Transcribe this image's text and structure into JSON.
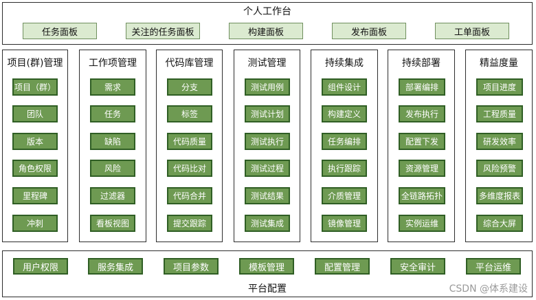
{
  "personal": {
    "title": "个人工作台",
    "items": [
      "任务面板",
      "关注的任务面板",
      "构建面板",
      "发布面板",
      "工单面板"
    ]
  },
  "modules": [
    {
      "title": "项目(群)管理",
      "items": [
        "项目（群）",
        "团队",
        "版本",
        "角色权限",
        "里程碑",
        "冲刺"
      ]
    },
    {
      "title": "工作项管理",
      "items": [
        "需求",
        "任务",
        "缺陷",
        "风险",
        "过滤器",
        "看板视图"
      ]
    },
    {
      "title": "代码库管理",
      "items": [
        "分支",
        "标签",
        "代码质量",
        "代码比对",
        "代码合并",
        "提交跟踪"
      ]
    },
    {
      "title": "测试管理",
      "items": [
        "测试用例",
        "测试计划",
        "测试执行",
        "测试过程",
        "测试结果",
        "测试集成"
      ]
    },
    {
      "title": "持续集成",
      "items": [
        "组件设计",
        "构建定义",
        "任务编排",
        "执行跟踪",
        "介质管理",
        "镜像管理"
      ]
    },
    {
      "title": "持续部署",
      "items": [
        "部署编排",
        "发布执行",
        "配置下发",
        "资源管理",
        "全链路拓扑",
        "实例运维"
      ]
    },
    {
      "title": "精益度量",
      "items": [
        "项目进度",
        "工程质量",
        "研发效率",
        "风险预警",
        "多维度报表",
        "综合大屏"
      ]
    }
  ],
  "platform": {
    "title": "平台配置",
    "items": [
      "用户权限",
      "服务集成",
      "项目参数",
      "模板管理",
      "配置管理",
      "安全审计",
      "平台运维"
    ]
  },
  "watermark": "CSDN @体系建设"
}
